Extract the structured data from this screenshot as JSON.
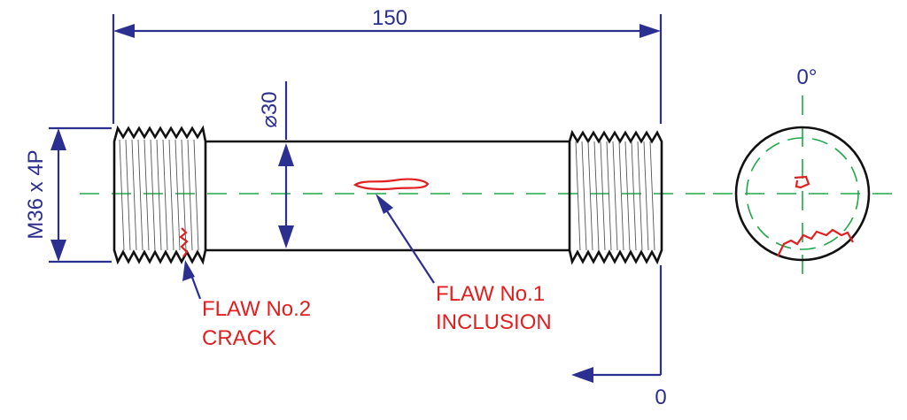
{
  "dimensions": {
    "length": "150",
    "diameter": "⌀30",
    "thread": "M36 x 4P",
    "angle": "0°",
    "datum": "0"
  },
  "flaws": {
    "flaw1_title": "FLAW No.1",
    "flaw1_type": "INCLUSION",
    "flaw2_title": "FLAW No.2",
    "flaw2_type": "CRACK"
  },
  "colors": {
    "dimension": "#2b2f8f",
    "centerline": "#1ea84a",
    "flaw": "#e02020",
    "outline": "#111111"
  }
}
